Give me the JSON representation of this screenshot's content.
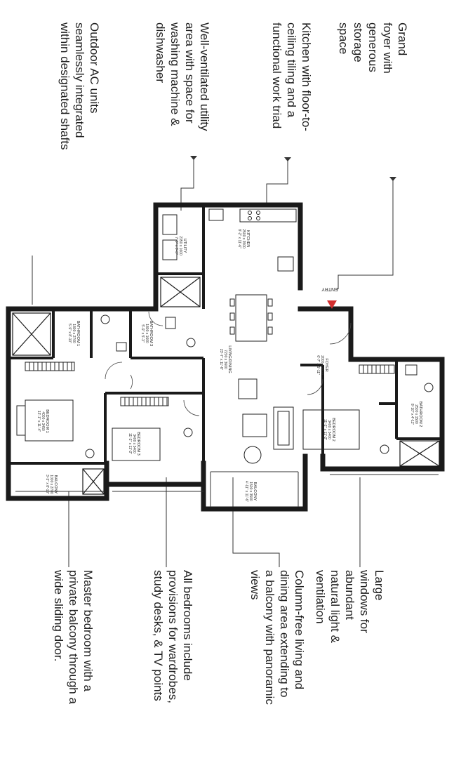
{
  "callouts": {
    "foyer": "Grand foyer with generous\nstorage space",
    "kitchen": "Kitchen with floor-to-\nceiling tiling and a\nfunctional work triad",
    "utility": "Well-ventilated utility\narea with space for\nwashing machine &\ndishwasher",
    "ac": "Outdoor AC units\nseamlessly integrated\nwithin designated shafts",
    "windows": "Large windows for\nabundant natural light &\nventilation",
    "living": "Column-free living and\ndining area extending to\na balcony with panoramic\nviews",
    "bedrooms": "All bedrooms include\nprovisions for wardrobes,\nstudy desks, & TV points",
    "master": "Master bedroom with a\nprivate balcony through a\nwide sliding door."
  },
  "entry_label": "ENTRY",
  "rooms": {
    "kitchen": {
      "name": "KITCHEN",
      "dim1": "2500 x 3500",
      "dim2": "8'-2\" x 11'-6\""
    },
    "utility": {
      "name": "UTILITY",
      "dim1": "2350 x 1600",
      "dim2": "7'-9\" x 5'-3\""
    },
    "foyer": {
      "name": "FOYER",
      "dim1": "2000 x 1800",
      "dim2": "6'-7\" x 5'-11\""
    },
    "living": {
      "name": "LIVING/DINING",
      "dim1": "7200 x 3600",
      "dim2": "23'-7\" x 11'-6\""
    },
    "bathroom1": {
      "name": "BATHROOM 1",
      "dim1": "1800 x 2700",
      "dim2": "5'-9\" x 8'-10\""
    },
    "bathroom3": {
      "name": "BATHROOM 3",
      "dim1": "1800 x 1600",
      "dim2": "5'-9\" x 5'-3\""
    },
    "bathroom2": {
      "name": "BATHROOM 2",
      "dim1": "2500 x 1500",
      "dim2": "8'-10\" x 4'-11\""
    },
    "bedroom1": {
      "name": "BEDROOM 1",
      "dim1": "4000 x 3450",
      "dim2": "13'-1\" x 11'-4\""
    },
    "bedroom3": {
      "name": "BEDROOM 3",
      "dim1": "3400 x 3400",
      "dim2": "11'-2\" x 11'-2\""
    },
    "bedroom2": {
      "name": "BEDROOM 2",
      "dim1": "3400 x 3400",
      "dim2": "11'-2\" x 11'-2\""
    },
    "balcony_living": {
      "name": "BALCONY",
      "dim1": "1500 x 3500",
      "dim2": "4'-11\" x 11'-6\""
    },
    "balcony_master": {
      "name": "BALCONY",
      "dim1": "1000 x 2700",
      "dim2": "3'-3\" x 8'-10\""
    }
  },
  "colors": {
    "wall": "#1a1a1a",
    "entry_marker": "#d32f2f",
    "text": "#1e1e1e"
  }
}
